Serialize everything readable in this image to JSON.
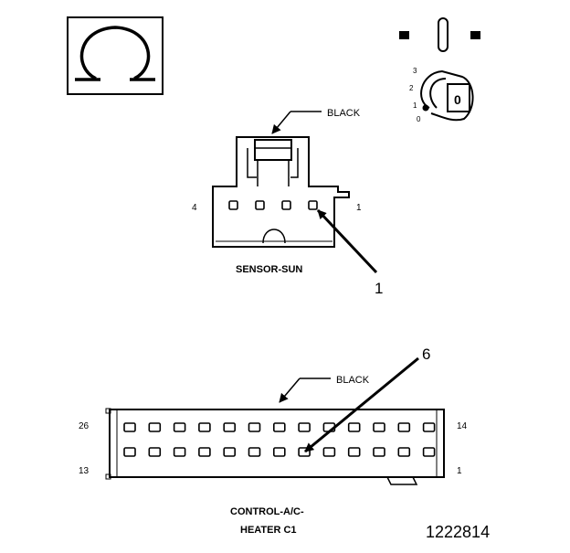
{
  "symbols": {
    "ohm_icon": "ohmmeter-icon",
    "ignition_icon": "ignition-key-icon",
    "ignition_positions": [
      "3",
      "2",
      "1",
      "0"
    ],
    "ignition_key_label": "0"
  },
  "sun_sensor": {
    "wire_label": "BLACK",
    "pin_left": "4",
    "pin_right": "1",
    "name": "SENSOR-SUN",
    "callout": "1",
    "pin_count": 4
  },
  "control_connector": {
    "wire_label": "BLACK",
    "top_left_pin": "26",
    "top_right_pin": "14",
    "bottom_left_pin": "13",
    "bottom_right_pin": "1",
    "name_line1": "CONTROL-A/C-",
    "name_line2": "HEATER C1",
    "callout": "6",
    "pins_per_row": 13
  },
  "figure_id": "1222814"
}
